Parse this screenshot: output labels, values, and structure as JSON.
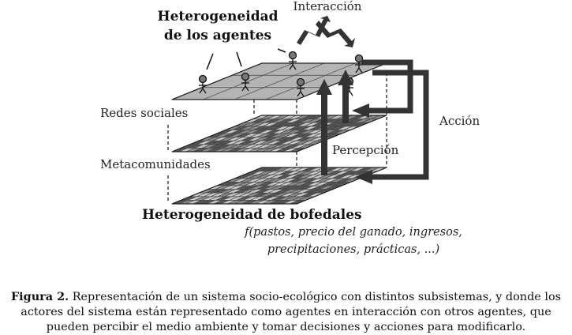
{
  "labels": {
    "heterogeneity_agents_line1": "Heterogeneidad",
    "heterogeneity_agents_line2": "de los agentes",
    "interaction": "Interacción",
    "social_networks": "Redes sociales",
    "metacommunities": "Metacomunidades",
    "perception": "Percepción",
    "action": "Acción",
    "heterogeneity_bofedales": "Heterogeneidad de bofedales",
    "function_line1": "f(pastos, precio del ganado, ingresos,",
    "function_line2": "precipitaciones, prácticas, ...)"
  },
  "caption": {
    "title": "Figura 2.",
    "text": " Representación de un sistema socio-ecológico con distintos subsistemas, y donde los actores del sistema están representado como agentes en interacción con otros agentes, que pueden percibir el medio ambiente y tomar decisiones y acciones para modificarlo."
  },
  "colors": {
    "top_layer": "#b4b4b4",
    "grid_dark": "#555555",
    "grid_mid": "#8a8a8a",
    "grid_light": "#c8c8c8",
    "arrow": "#333333"
  }
}
